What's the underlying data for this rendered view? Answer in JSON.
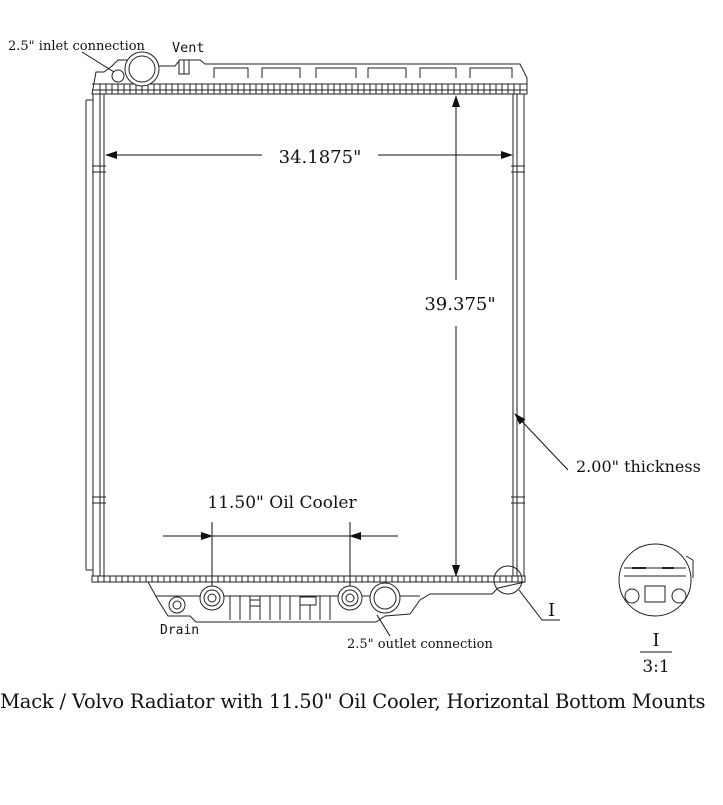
{
  "labels": {
    "inlet": "2.5\" inlet connection",
    "vent": "Vent",
    "width": "34.1875\"",
    "height": "39.375\"",
    "thickness": "2.00\" thickness",
    "oil_cooler": "11.50\" Oil Cooler",
    "drain": "Drain",
    "outlet": "2.5\" outlet connection",
    "detail_marker": "I",
    "detail_title": "I",
    "detail_scale": "3:1"
  },
  "caption": "Mack / Volvo Radiator with 11.50\" Oil Cooler, Horizontal Bottom Mounts"
}
